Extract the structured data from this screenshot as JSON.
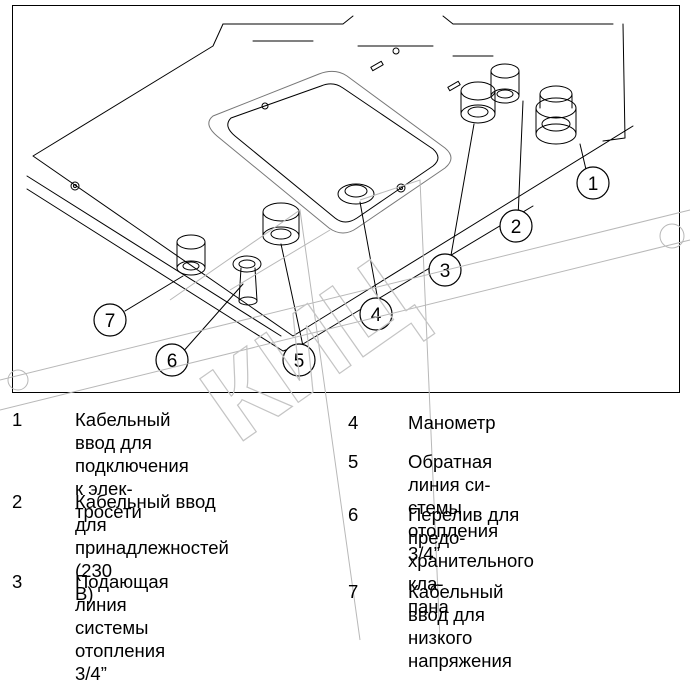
{
  "figure": {
    "callouts": [
      "1",
      "2",
      "3",
      "4",
      "5",
      "6",
      "7"
    ]
  },
  "watermark": {
    "text": "КИЦ"
  },
  "legend": [
    {
      "num": "1",
      "text": "Кабельный ввод для\nподключения к элек-\nтросети"
    },
    {
      "num": "2",
      "text": "Кабельный ввод для\nпринадлежностей (230\nВ)"
    },
    {
      "num": "3",
      "text": "Подающая линия\nсистемы отопления\n3/4”"
    },
    {
      "num": "4",
      "text": "Манометр"
    },
    {
      "num": "5",
      "text": "Обратная линия си-\nстемы отопления 3/4”"
    },
    {
      "num": "6",
      "text": "Перелив для предо-\nхранительного кла-\nпана"
    },
    {
      "num": "7",
      "text": "Кабельный ввод для\nнизкого напряжения"
    }
  ]
}
